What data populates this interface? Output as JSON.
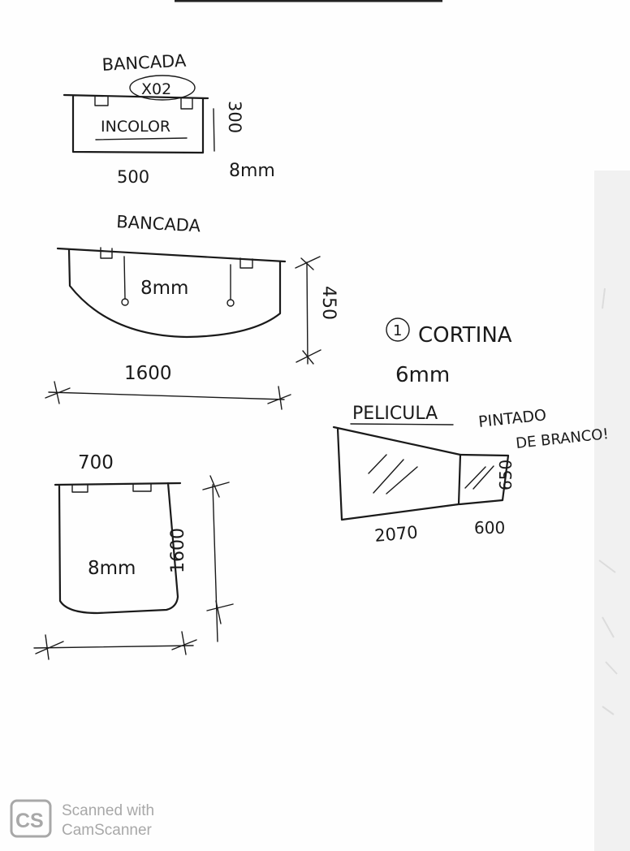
{
  "sketch_1": {
    "title": "BANCADA",
    "quantity": "X02",
    "material": "INCOLOR",
    "width": "500",
    "height": "300",
    "thickness": "8mm"
  },
  "sketch_2": {
    "title": "BANCADA",
    "thickness": "8mm",
    "width": "1600",
    "height": "450"
  },
  "sketch_3": {
    "width": "700",
    "height": "1600",
    "thickness": "8mm"
  },
  "sketch_4": {
    "marker": "1",
    "title": "CORTINA",
    "thickness": "6mm",
    "film_label": "PELICULA",
    "note_line1": "PINTADO",
    "note_line2": "DE BRANCO!",
    "width_large": "2070",
    "width_small": "600",
    "height_small": "650"
  },
  "watermark": {
    "logo": "CS",
    "line1": "Scanned with",
    "line2": "CamScanner"
  }
}
